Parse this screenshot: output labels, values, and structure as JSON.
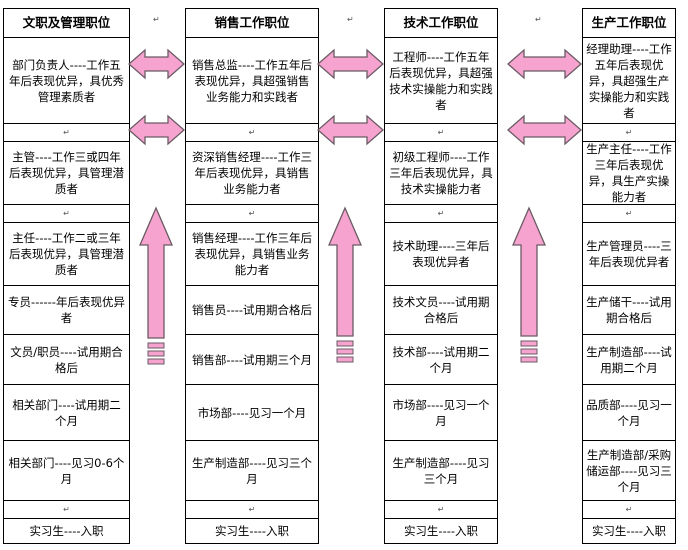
{
  "columns": [
    {
      "key": "admin",
      "title": "文职及管理职位",
      "rows": [
        "部门负责人----工作五年后表现优异，具优秀管理素质者",
        "",
        "主管----工作三或四年后表现优异，具管理潜质者",
        "",
        "主任----工作二或三年后表现优异，具管理潜质者",
        "专员------年后表现优异者",
        "文员/职员----试用期合格后",
        "相关部门----试用期二个月",
        "相关部门----见习0-6个月",
        "",
        "实习生----入职"
      ]
    },
    {
      "key": "sales",
      "title": "销售工作职位",
      "rows": [
        "销售总监----工作五年后表现优异，具超强销售业务能力和实践者",
        "",
        "资深销售经理----工作三年后表现优异，具销售业务能力者",
        "",
        "销售经理----工作三年后表现优异，具销售业务能力者",
        "销售员----试用期合格后",
        "销售部----试用期三个月",
        "市场部----见习一个月",
        "生产制造部----见习三个月",
        "",
        "实习生----入职"
      ]
    },
    {
      "key": "tech",
      "title": "技术工作职位",
      "rows": [
        "工程师----工作五年后表现优异，具超强技术实操能力和实践者",
        "",
        "初级工程师----工作三年后表现优异，具技术实操能力者",
        "",
        "技术助理----三年后表现优异者",
        "技术文员----试用期合格后",
        "技术部----试用期二个月",
        "市场部----见习一个月",
        "生产制造部----见习三个月",
        "",
        "实习生----入职"
      ]
    },
    {
      "key": "production",
      "title": "生产工作职位",
      "rows": [
        "经理助理----工作五年后表现优异，具超强生产实操能力和实践者",
        "",
        "生产主任----工作三年后表现优异，具生产实操能力者",
        "",
        "生产管理员----三年后表现优异者",
        "生产储干----试用期合格后",
        "生产制造部----试用期二个月",
        "品质部----见习一个月",
        "生产制造部/采购储运部----见习三个月",
        "",
        "实习生----入职"
      ]
    }
  ],
  "colors": {
    "arrow_fill": "#f6a4cf",
    "arrow_stroke": "#6a5a64",
    "grid": "#000000"
  },
  "paragraph_mark": "↵"
}
